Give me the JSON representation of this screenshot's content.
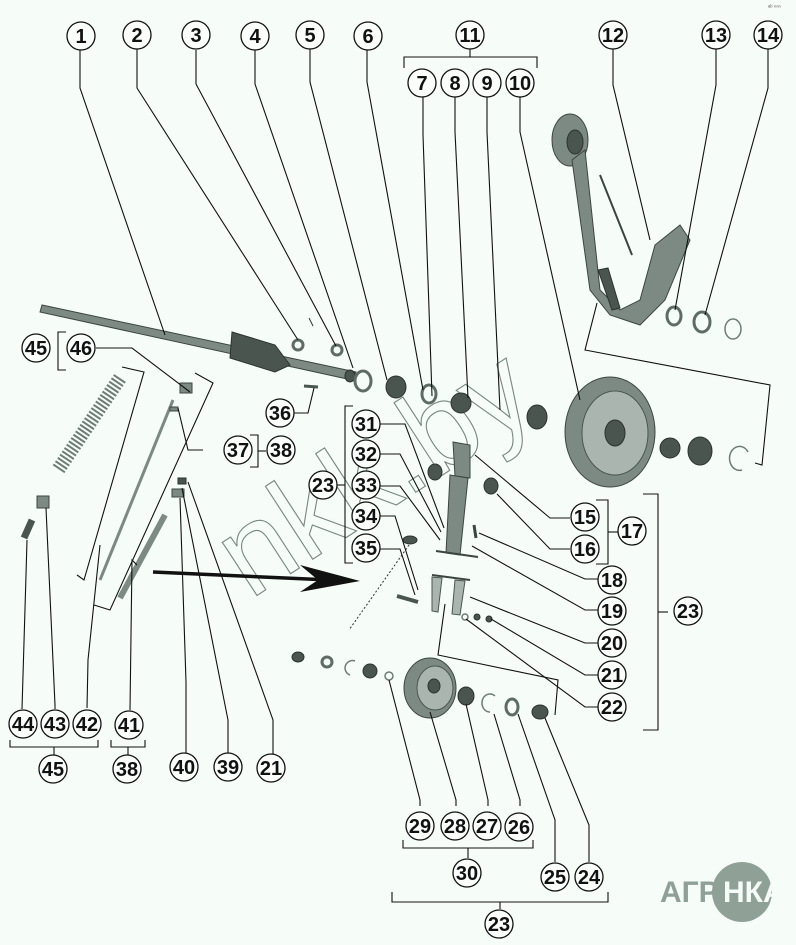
{
  "diagram": {
    "type": "exploded-parts-diagram",
    "subject": "tensioner arm assembly with pulleys and spring",
    "watermark": "nkk.by",
    "logo": {
      "left": "АГРО",
      "right": "НКА",
      "color": "#8fa097"
    },
    "corner_mark": "ᵃᵇ ⁿⁿⁿ",
    "accent_color": "#111111",
    "part_color": "#7d8a84",
    "background": "#f6fdf8"
  },
  "callouts": [
    {
      "id": "c1",
      "label": "1"
    },
    {
      "id": "c2",
      "label": "2"
    },
    {
      "id": "c3",
      "label": "3"
    },
    {
      "id": "c4",
      "label": "4"
    },
    {
      "id": "c5",
      "label": "5"
    },
    {
      "id": "c6",
      "label": "6"
    },
    {
      "id": "c7",
      "label": "7"
    },
    {
      "id": "c8",
      "label": "8"
    },
    {
      "id": "c9",
      "label": "9"
    },
    {
      "id": "c10",
      "label": "10"
    },
    {
      "id": "c11",
      "label": "11"
    },
    {
      "id": "c12",
      "label": "12"
    },
    {
      "id": "c13",
      "label": "13"
    },
    {
      "id": "c14",
      "label": "14"
    },
    {
      "id": "c15",
      "label": "15"
    },
    {
      "id": "c16",
      "label": "16"
    },
    {
      "id": "c17",
      "label": "17"
    },
    {
      "id": "c18",
      "label": "18"
    },
    {
      "id": "c19",
      "label": "19"
    },
    {
      "id": "c20",
      "label": "20"
    },
    {
      "id": "c21a",
      "label": "21"
    },
    {
      "id": "c22",
      "label": "22"
    },
    {
      "id": "c23a",
      "label": "23"
    },
    {
      "id": "c31",
      "label": "31"
    },
    {
      "id": "c32",
      "label": "32"
    },
    {
      "id": "c33",
      "label": "33"
    },
    {
      "id": "c34",
      "label": "34"
    },
    {
      "id": "c35",
      "label": "35"
    },
    {
      "id": "c36",
      "label": "36"
    },
    {
      "id": "c37",
      "label": "37"
    },
    {
      "id": "c38a",
      "label": "38"
    },
    {
      "id": "c45a",
      "label": "45"
    },
    {
      "id": "c46",
      "label": "46"
    },
    {
      "id": "c23b",
      "label": "23"
    },
    {
      "id": "c44",
      "label": "44"
    },
    {
      "id": "c43",
      "label": "43"
    },
    {
      "id": "c42",
      "label": "42"
    },
    {
      "id": "c41",
      "label": "41"
    },
    {
      "id": "c45b",
      "label": "45"
    },
    {
      "id": "c38b",
      "label": "38"
    },
    {
      "id": "c40",
      "label": "40"
    },
    {
      "id": "c39",
      "label": "39"
    },
    {
      "id": "c21b",
      "label": "21"
    },
    {
      "id": "c29",
      "label": "29"
    },
    {
      "id": "c28",
      "label": "28"
    },
    {
      "id": "c27",
      "label": "27"
    },
    {
      "id": "c26",
      "label": "26"
    },
    {
      "id": "c30",
      "label": "30"
    },
    {
      "id": "c25",
      "label": "25"
    },
    {
      "id": "c24",
      "label": "24"
    },
    {
      "id": "c23c",
      "label": "23"
    }
  ],
  "groups": [
    {
      "parent": "11",
      "children": [
        "7",
        "8",
        "9",
        "10"
      ]
    },
    {
      "parent": "17",
      "children": [
        "15",
        "16"
      ]
    },
    {
      "parent": "23",
      "children": [
        "15",
        "16",
        "17",
        "18",
        "19",
        "20",
        "21",
        "22"
      ]
    },
    {
      "parent": "23",
      "children": [
        "31",
        "32",
        "33",
        "34",
        "35"
      ]
    },
    {
      "parent": "38",
      "children": [
        "37"
      ]
    },
    {
      "parent": "45",
      "children": [
        "46"
      ]
    },
    {
      "parent": "45",
      "children": [
        "44",
        "43",
        "42"
      ]
    },
    {
      "parent": "38",
      "children": [
        "41"
      ]
    },
    {
      "parent": "30",
      "children": [
        "29",
        "28",
        "27",
        "26"
      ]
    },
    {
      "parent": "23",
      "children": [
        "29",
        "28",
        "27",
        "26",
        "30",
        "25",
        "24"
      ]
    }
  ]
}
